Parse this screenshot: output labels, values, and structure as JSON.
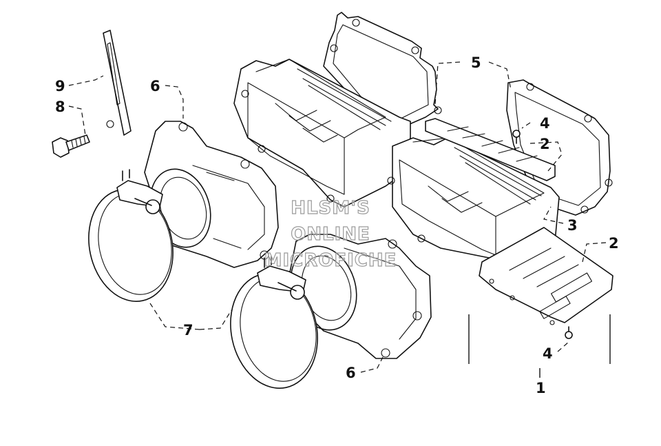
{
  "callouts": {
    "c1": "1",
    "c2a": "2",
    "c2b": "2",
    "c3": "3",
    "c4a": "4",
    "c4b": "4",
    "c5": "5",
    "c6a": "6",
    "c6b": "6",
    "c7": "7",
    "c8": "8",
    "c9": "9"
  },
  "watermark": {
    "line1": "HLSM'S",
    "line2": "ONLINE",
    "line3": "MICROFICHE"
  }
}
